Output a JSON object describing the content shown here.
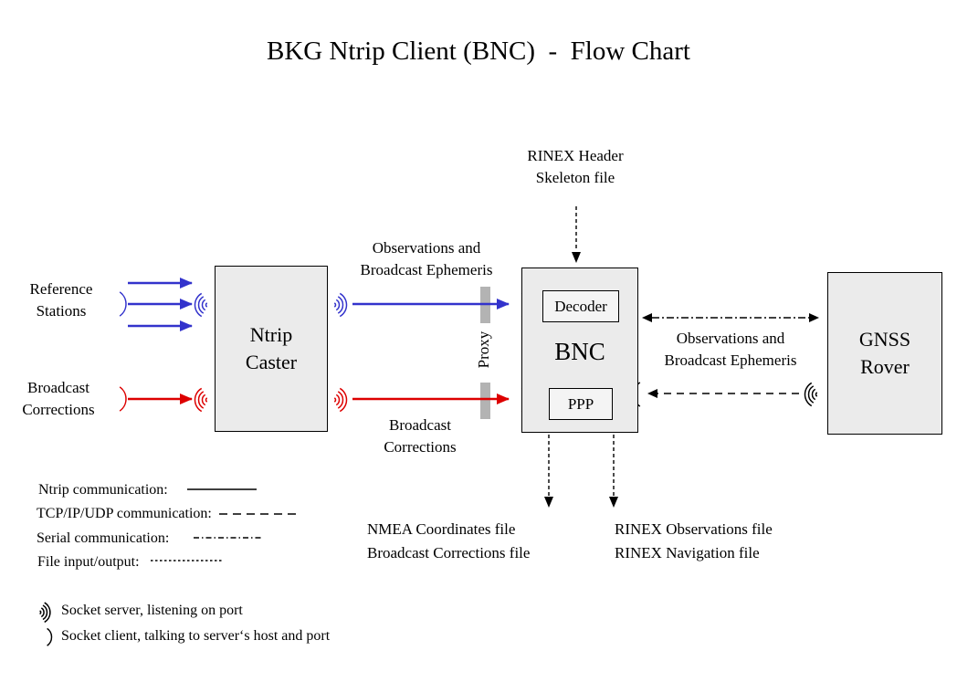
{
  "title": "BKG Ntrip Client (BNC)  -  Flow Chart",
  "nodes": {
    "caster": "Ntrip\nCaster",
    "bnc": "BNC",
    "decoder": "Decoder",
    "ppp": "PPP",
    "rover": "GNSS\nRover"
  },
  "labels": {
    "rinex_header": "RINEX Header\nSkeleton file",
    "reference_stations": "Reference\nStations",
    "broadcast_corrections": "Broadcast\nCorrections",
    "obs_ephemeris_upstream": "Observations and\nBroadcast Ephemeris",
    "broadcast_corrections_stream": "Broadcast\nCorrections",
    "proxy": "Proxy",
    "obs_ephemeris_rover": "Observations and\nBroadcast Ephemeris",
    "nmea_outputs": "NMEA Coordinates file\nBroadcast Corrections file",
    "rinex_outputs": "RINEX Observations file\nRINEX Navigation file"
  },
  "legend": {
    "ntrip": "Ntrip communication:",
    "tcp": "TCP/IP/UDP communication:",
    "serial": "Serial communication:",
    "file": "File input/output:",
    "socket_server": "Socket server, listening on port",
    "socket_client": "Socket client, talking to server‘s host and port"
  },
  "colors": {
    "ntrip_stream_blue": "#3333cc",
    "corrections_stream_red": "#dd0000",
    "node_fill": "#ebebeb",
    "proxy_bar": "#b3b3b3",
    "line_black": "#000000"
  }
}
